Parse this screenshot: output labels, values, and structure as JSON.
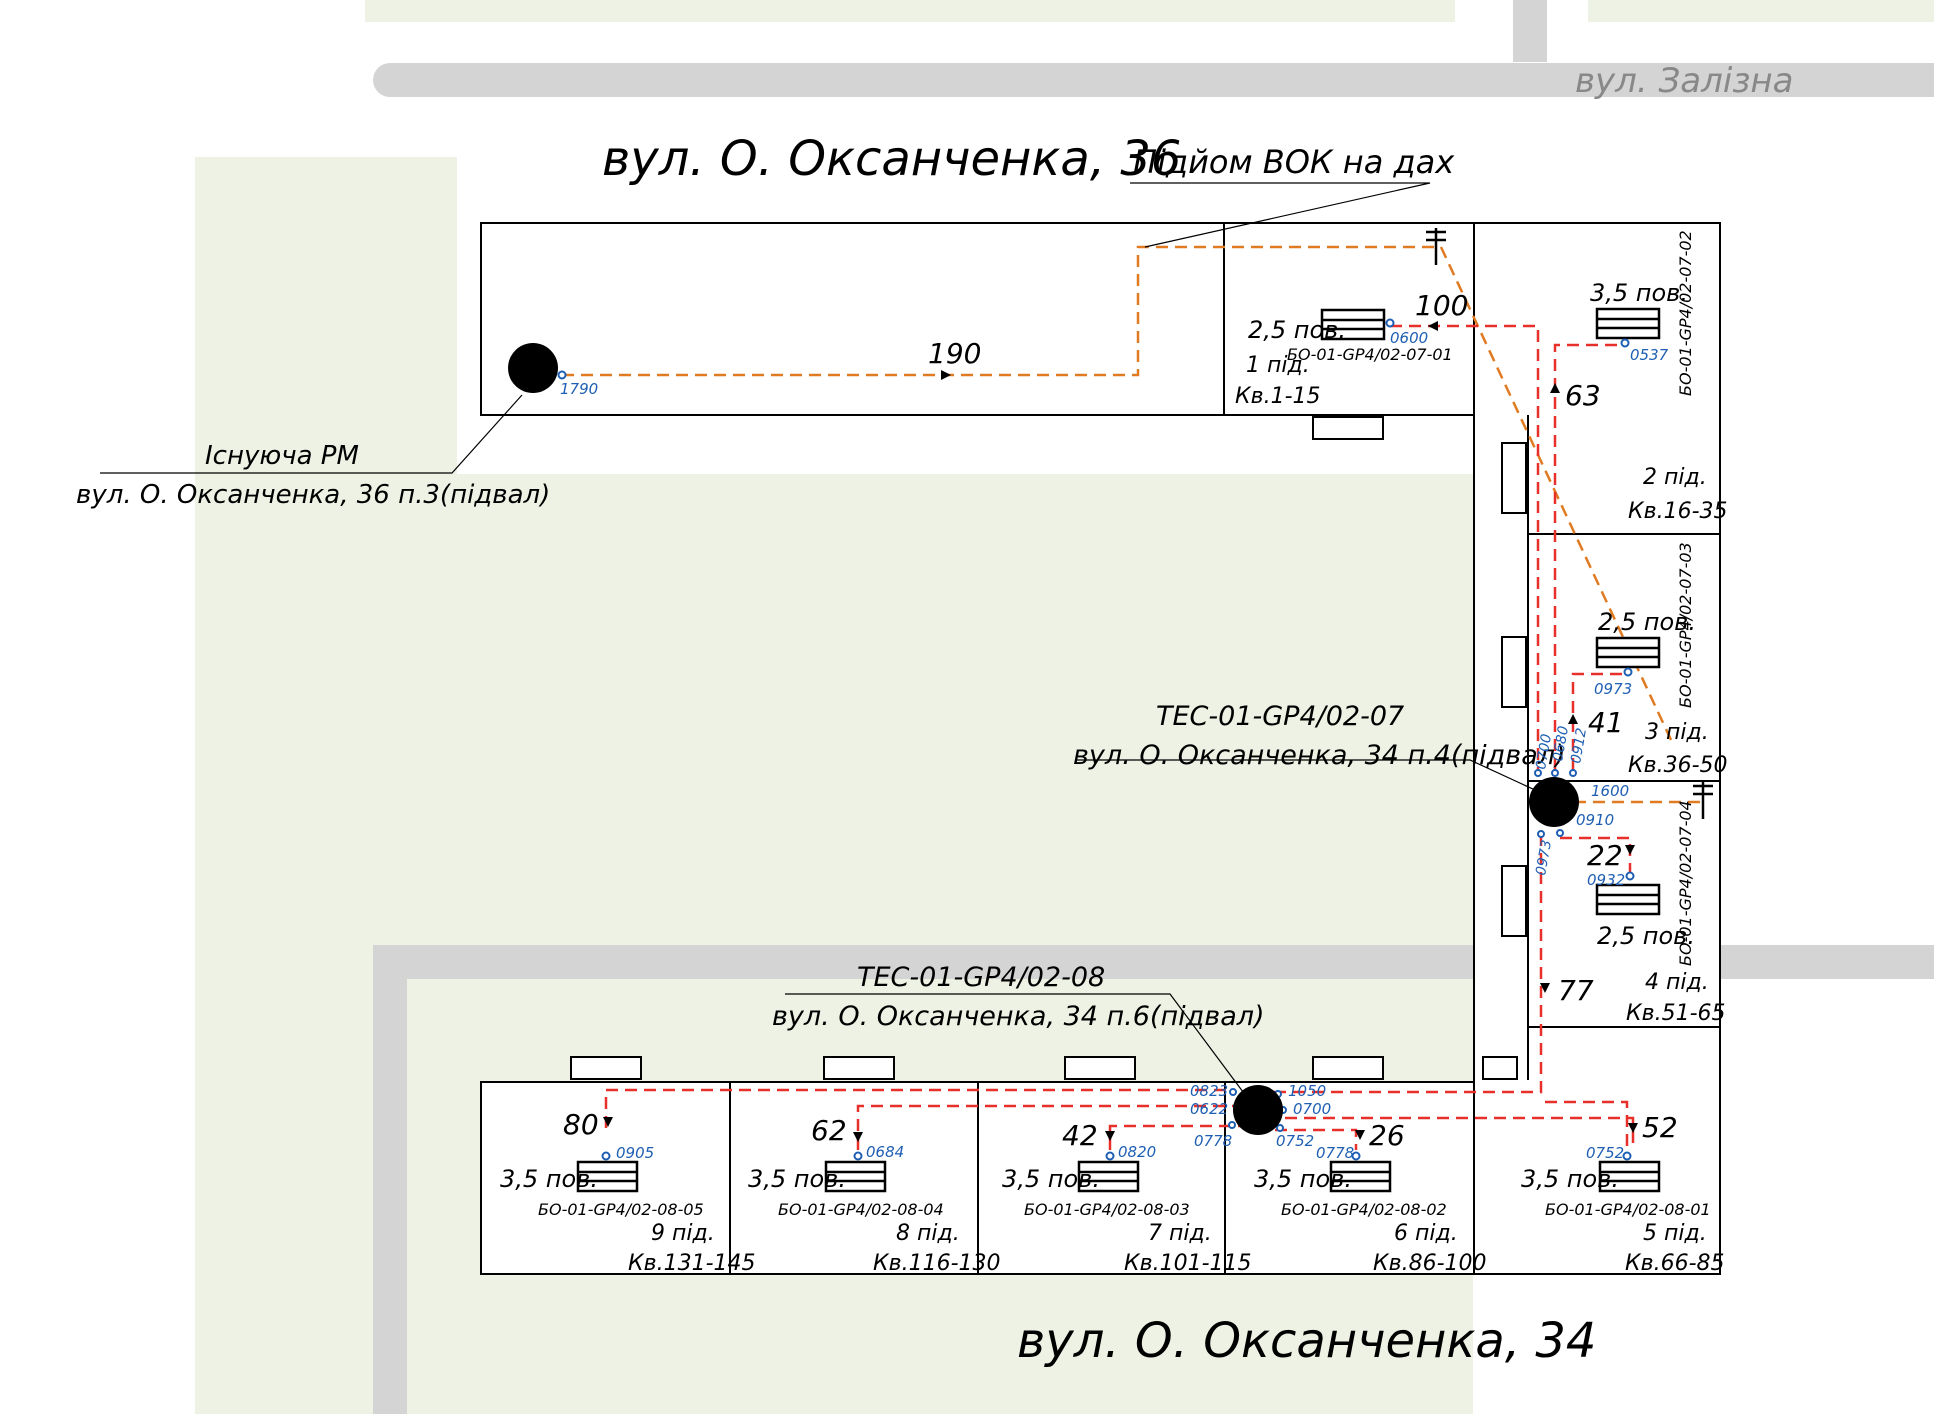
{
  "streets": {
    "top_street": "вул. Залізна",
    "house36": "вул. О. Оксанченка, 36",
    "house34": "вул. О. Оксанченка, 34"
  },
  "roof_note": "Підйом ВОК на дах",
  "existing_rm": {
    "title": "Існуюча РМ",
    "address": "вул. О. Оксанченка, 36 п.3(підвал)"
  },
  "tec_07": {
    "title": "ТЕС-01-GP4/02-07",
    "address": "вул. О. Оксанченка, 34 п.4(підвал)"
  },
  "tec_08": {
    "title": "ТЕС-01-GP4/02-08",
    "address": "вул. О. Оксанченка, 34 п.6(підвал)"
  },
  "cable_lengths": {
    "main": "190",
    "l100": "100",
    "l63": "63",
    "l41": "41",
    "l22": "22",
    "l77": "77",
    "l80": "80",
    "l62": "62",
    "l42": "42",
    "l26": "26",
    "l52": "52"
  },
  "ports": {
    "p1790": "1790",
    "p0600": "0600",
    "p0537": "0537",
    "p0973a": "0973",
    "p0700a": "0700",
    "p0680": "0680",
    "p0912": "0912",
    "p1600": "1600",
    "p0910": "0910",
    "p0973b": "0973",
    "p0932": "0932",
    "p0905": "0905",
    "p0684": "0684",
    "p0820": "0820",
    "p0778a": "0778",
    "p0752a": "0752",
    "p0752b": "0752",
    "p0823": "0823",
    "p0622": "0622",
    "p1050": "1050",
    "p0700b": "0700",
    "p0778b": "0778"
  },
  "sections": {
    "s1": {
      "floor": "1 під.",
      "apts": "Кв.1-15",
      "box": "БО-01-GP4/02-07-01",
      "height": "2,5 пов."
    },
    "s2": {
      "floor": "2 під.",
      "apts": "Кв.16-35",
      "box": "БО-01-GP4/02-07-02",
      "height": "3,5 пов."
    },
    "s3": {
      "floor": "3 під.",
      "apts": "Кв.36-50",
      "box": "БО-01-GP4/02-07-03",
      "height": "2,5 пов."
    },
    "s4": {
      "floor": "4 під.",
      "apts": "Кв.51-65",
      "box": "БО-01-GP4/02-07-04",
      "height": "2,5 пов."
    },
    "s5": {
      "floor": "5 під.",
      "apts": "Кв.66-85",
      "box": "БО-01-GP4/02-08-01",
      "height": "3,5 пов."
    },
    "s6": {
      "floor": "6 під.",
      "apts": "Кв.86-100",
      "box": "БО-01-GP4/02-08-02",
      "height": "3,5 пов."
    },
    "s7": {
      "floor": "7 під.",
      "apts": "Кв.101-115",
      "box": "БО-01-GP4/02-08-03",
      "height": "3,5 пов."
    },
    "s8": {
      "floor": "8 під.",
      "apts": "Кв.116-130",
      "box": "БО-01-GP4/02-08-04",
      "height": "3,5 пов."
    },
    "s9": {
      "floor": "9 під.",
      "apts": "Кв.131-145",
      "box": "БО-01-GP4/02-08-05",
      "height": "3,5 пов."
    }
  },
  "colors": {
    "green_area": "#eef2e4",
    "road": "#d4d4d4",
    "orange_cable": "#e07b22",
    "red_cable": "#e8302a",
    "port_blue": "#1e5fb3"
  }
}
